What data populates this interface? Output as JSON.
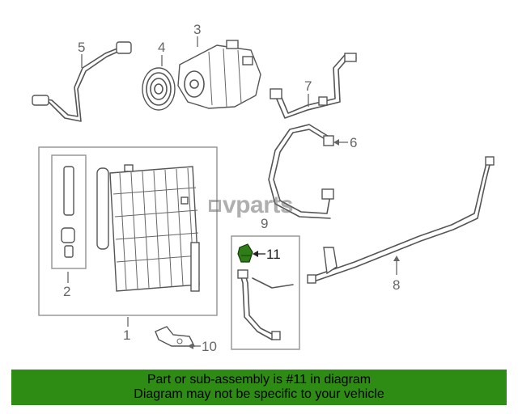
{
  "callouts": {
    "c1": "1",
    "c2": "2",
    "c3": "3",
    "c4": "4",
    "c5": "5",
    "c6": "6",
    "c7": "7",
    "c8": "8",
    "c9": "9",
    "c10": "10",
    "c11": "11"
  },
  "watermark": {
    "text": "vparts"
  },
  "banner": {
    "line1": "Part or sub-assembly is #11 in diagram",
    "line2": "Diagram may not be specific to your vehicle"
  },
  "colors": {
    "banner_bg": "#2e8b14",
    "highlight_part": "#2e7d16",
    "line_art": "#555555"
  }
}
